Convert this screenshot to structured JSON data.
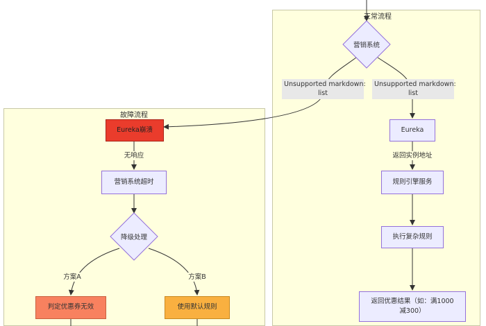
{
  "groups": {
    "normal": {
      "title": "正常流程"
    },
    "failure": {
      "title": "故障流程"
    }
  },
  "nodes": {
    "marketing_system": "营销系统",
    "eureka": "Eureka",
    "rule_engine": "规则引擎服务",
    "complex_rules": "执行复杂规则",
    "result_line1": "返回优惠结果（如：满1000",
    "result_line2": "减300）",
    "eureka_crash": "Eureka崩溃",
    "timeout": "营销系统超时",
    "degrade": "降级处理",
    "coupon_invalid": "判定优惠券无效",
    "default_rules": "使用默认规则"
  },
  "edges": {
    "unsupported_left_line1": "Unsupported markdown:",
    "unsupported_left_line2": "list",
    "unsupported_right_line1": "Unsupported markdown:",
    "unsupported_right_line2": "list",
    "return_address": "返回实例地址",
    "no_response": "无响应",
    "plan_a": "方案A",
    "plan_b": "方案B"
  }
}
